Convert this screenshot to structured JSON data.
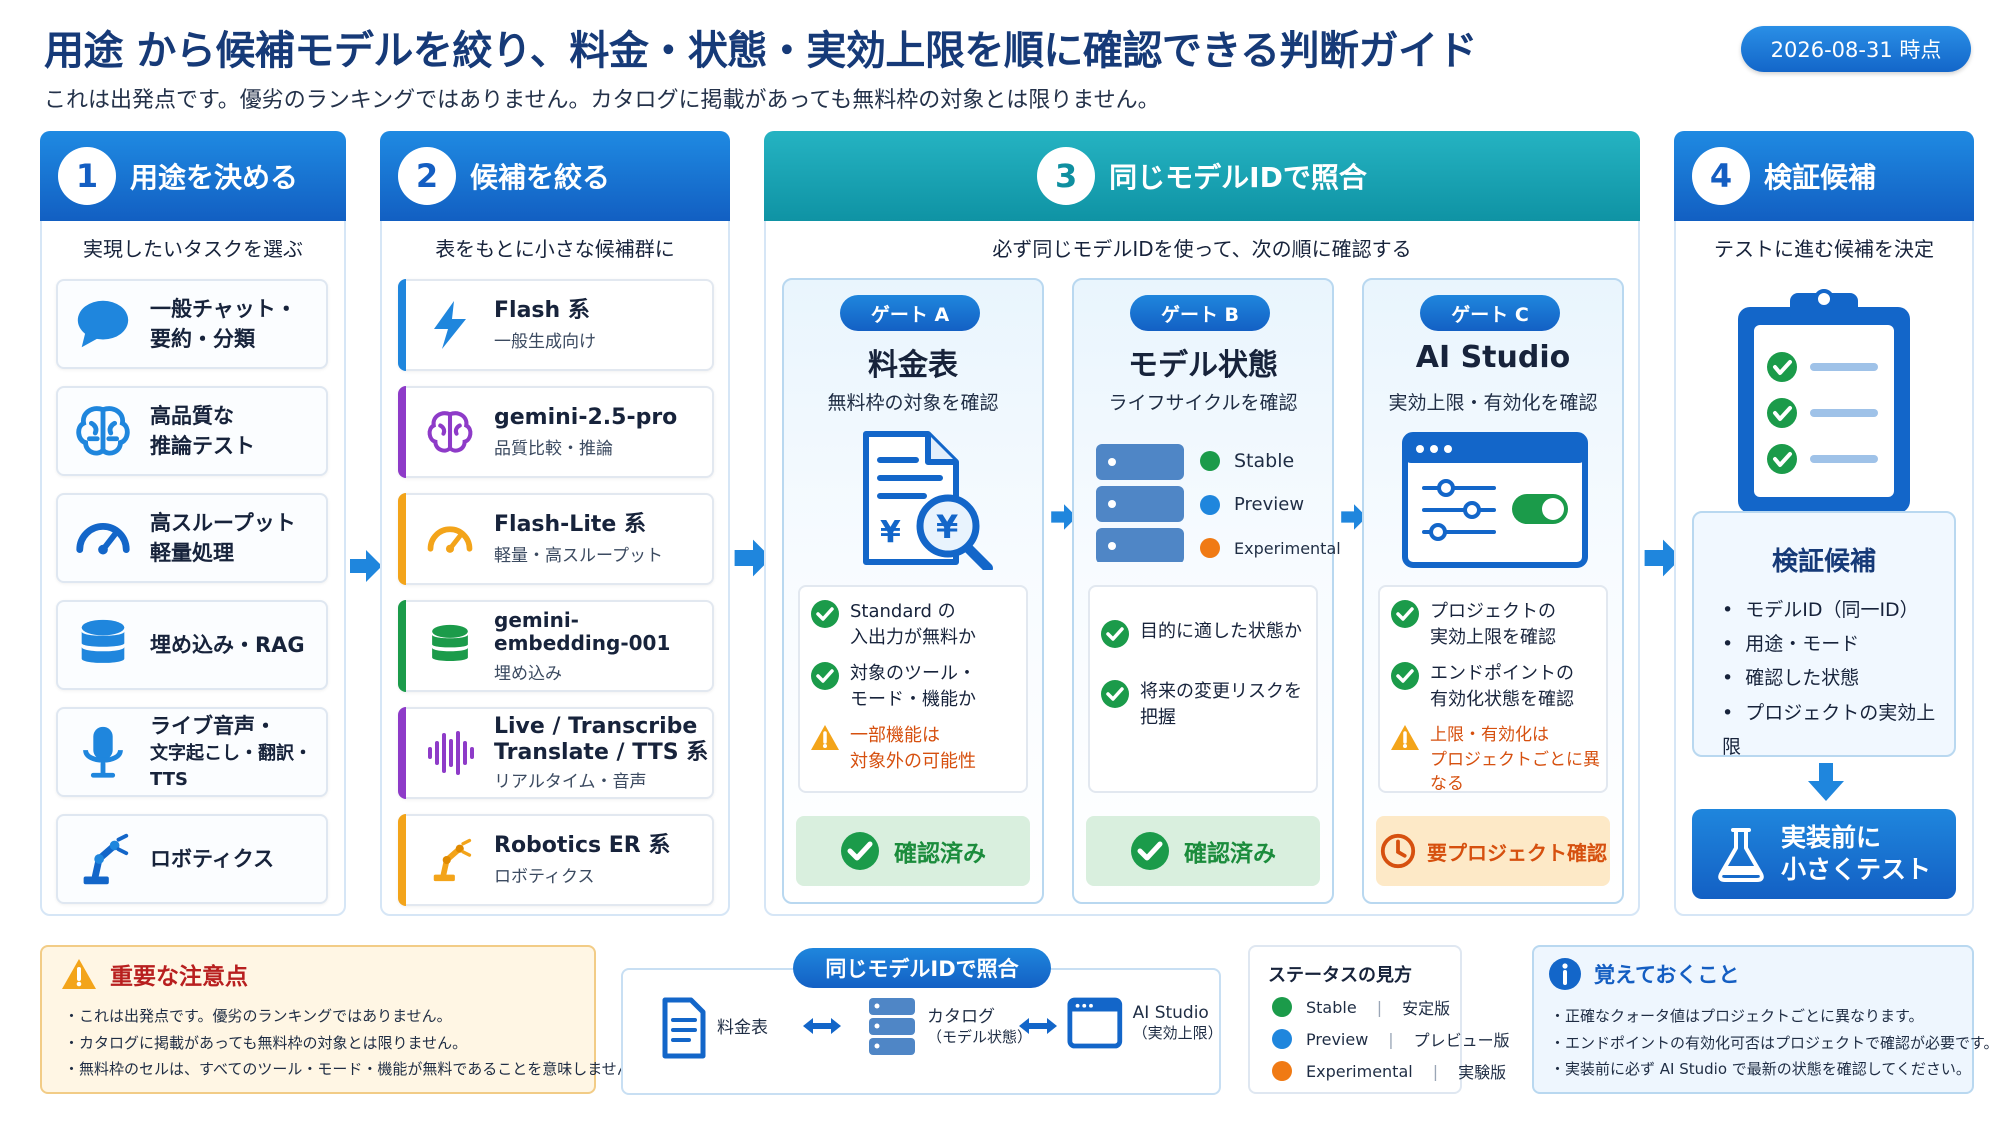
{
  "header": {
    "title": "用途 から候補モデルを絞り、料金・状態・実効上限を順に確認できる判断ガイド",
    "subtitle": "これは出発点です。優劣のランキングではありません。カタログに掲載があっても無料枠の対象とは限りません。",
    "date_badge": "2026-08-31 時点"
  },
  "steps": [
    {
      "num": "1",
      "title": "用途を決める",
      "sub": "実現したいタスクを選ぶ"
    },
    {
      "num": "2",
      "title": "候補を絞る",
      "sub": "表をもとに小さな候補群に"
    },
    {
      "num": "3",
      "title": "同じモデルIDで照合",
      "sub": "必ず同じモデルIDを使って、次の順に確認する"
    },
    {
      "num": "4",
      "title": "検証候補",
      "sub": "テストに進む候補を決定"
    }
  ],
  "tasks": [
    {
      "line1": "一般チャット・",
      "line2": "要約・分類",
      "icon": "chat-bubble-icon"
    },
    {
      "line1": "高品質な",
      "line2": "推論テスト",
      "icon": "brain-icon"
    },
    {
      "line1": "高スループット",
      "line2": "軽量処理",
      "icon": "speedometer-icon"
    },
    {
      "line1": "埋め込み・RAG",
      "line2": "",
      "icon": "database-icon"
    },
    {
      "line1": "ライブ音声・",
      "line2": "文字起こし・翻訳・TTS",
      "icon": "microphone-icon"
    },
    {
      "line1": "ロボティクス",
      "line2": "",
      "icon": "robot-arm-icon"
    }
  ],
  "candidates": [
    {
      "name": "Flash 系",
      "name2": "",
      "desc": "一般生成向け",
      "color": "#1f86dd",
      "icon": "lightning-icon"
    },
    {
      "name": "gemini-2.5-pro",
      "name2": "",
      "desc": "品質比較・推論",
      "color": "#8e3bc8",
      "icon": "brain-icon"
    },
    {
      "name": "Flash-Lite 系",
      "name2": "",
      "desc": "軽量・高スループット",
      "color": "#f3a41a",
      "icon": "speedometer-icon"
    },
    {
      "name": "gemini-embedding-001",
      "name2": "",
      "desc": "埋め込み",
      "color": "#1b9b4a",
      "icon": "database-icon"
    },
    {
      "name": "Live / Transcribe",
      "name2": "Translate / TTS 系",
      "desc": "リアルタイム・音声",
      "color": "#8e3bc8",
      "icon": "sound-wave-icon"
    },
    {
      "name": "Robotics ER 系",
      "name2": "",
      "desc": "ロボティクス",
      "color": "#f3a41a",
      "icon": "robot-arm-icon"
    }
  ],
  "gates": [
    {
      "pill": "ゲート A",
      "name": "料金表",
      "sub": "無料枠の対象を確認",
      "checks": [
        {
          "text": "Standard の\n入出力が無料か",
          "type": "ok"
        },
        {
          "text": "対象のツール・\nモード・機能か",
          "type": "ok"
        },
        {
          "text": "一部機能は\n対象外の可能性",
          "type": "warn"
        }
      ],
      "footer": "確認済み",
      "footer_type": "ok"
    },
    {
      "pill": "ゲート B",
      "name": "モデル状態",
      "sub": "ライフサイクルを確認",
      "states": [
        "Stable",
        "Preview",
        "Experimental"
      ],
      "checks": [
        {
          "text": "目的に適した状態か",
          "type": "ok"
        },
        {
          "text": "将来の変更リスクを\n把握",
          "type": "ok"
        }
      ],
      "footer": "確認済み",
      "footer_type": "ok"
    },
    {
      "pill": "ゲート C",
      "name": "AI Studio",
      "sub": "実効上限・有効化を確認",
      "checks": [
        {
          "text": "プロジェクトの\n実効上限を確認",
          "type": "ok"
        },
        {
          "text": "エンドポイントの\n有効化状態を確認",
          "type": "ok"
        },
        {
          "text": "上限・有効化は\nプロジェクトごとに異なる",
          "type": "warn"
        }
      ],
      "footer": "要プロジェクト確認",
      "footer_type": "warn"
    }
  ],
  "verification": {
    "title": "検証候補",
    "items": [
      "モデルID（同一ID）",
      "用途・モード",
      "確認した状態",
      "プロジェクトの実効上限"
    ],
    "button_line1": "実装前に",
    "button_line2": "小さくテスト"
  },
  "notes": {
    "title": "重要な注意点",
    "items": [
      "これは出発点です。優劣のランキングではありません。",
      "カタログに掲載があっても無料枠の対象とは限りません。",
      "無料枠のセルは、すべてのツール・モード・機能が無料であることを意味しません。"
    ]
  },
  "match": {
    "pill": "同じモデルIDで照合",
    "items": [
      {
        "line1": "料金表",
        "line2": ""
      },
      {
        "line1": "カタログ",
        "line2": "（モデル状態）"
      },
      {
        "line1": "AI Studio",
        "line2": "（実効上限）"
      }
    ]
  },
  "status_legend": {
    "title": "ステータスの見方",
    "rows": [
      {
        "en": "Stable",
        "jp": "安定版",
        "color": "#1b9b4a"
      },
      {
        "en": "Preview",
        "jp": "プレビュー版",
        "color": "#1f86dd"
      },
      {
        "en": "Experimental",
        "jp": "実験版",
        "color": "#f07a14"
      }
    ]
  },
  "remember": {
    "title": "覚えておくこと",
    "items": [
      "正確なクォータ値はプロジェクトごとに異なります。",
      "エンドポイントの有効化可否はプロジェクトで確認が必要です。",
      "実装前に必ず AI Studio で最新の状態を確認してください。"
    ]
  },
  "colors": {
    "primary": "#1366c9",
    "teal": "#0f93a4",
    "ok": "#1b9b4a",
    "warn": "#f07a14",
    "danger": "#b81f1f"
  }
}
